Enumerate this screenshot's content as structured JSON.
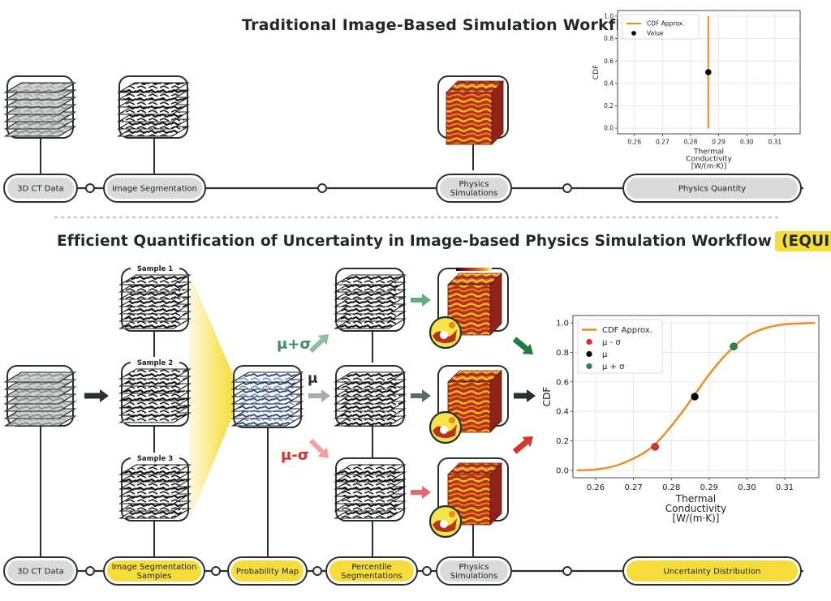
{
  "top": {
    "title": "Traditional Image-Based Simulation Workflow",
    "pipeline": [
      "3D CT Data",
      "Image Segmentation",
      "Physics|Simulations",
      "Physics Quantity"
    ]
  },
  "bottom": {
    "title": "Efficient Quantification of Uncertainty in Image-based Physics Simulation Workflow",
    "title_tag": "(EQUIPS)",
    "pipeline": [
      "3D CT Data",
      "Image Segmentation|Samples",
      "Probability Map",
      "Percentile|Segmentations",
      "Physics|Simulations",
      "Uncertainty Distribution"
    ],
    "samples": [
      "Sample 1",
      "Sample 2",
      "Sample 3"
    ],
    "branch_labels": [
      "μ+σ",
      "μ",
      "μ-σ"
    ]
  },
  "colors": {
    "accent_yellow": "#f6dd3c",
    "green": "#3d8f5f",
    "gray": "#6e7a75",
    "red": "#e0514f",
    "dark": "#27322f",
    "orange": "#f28a1c"
  },
  "chart_data": [
    {
      "type": "line",
      "title": "",
      "xlabel": "Thermal|Conductivity|[W/(m·K)]",
      "ylabel": "CDF",
      "xlim": [
        0.254,
        0.319
      ],
      "ylim": [
        -0.05,
        1.05
      ],
      "xticks": [
        0.26,
        0.27,
        0.28,
        0.29,
        0.3,
        0.31
      ],
      "xtick_labels": [
        "0.26",
        "0.27",
        "0.28",
        "0.29",
        "0.30",
        "0.31"
      ],
      "yticks": [
        0.0,
        0.2,
        0.4,
        0.6,
        0.8,
        1.0
      ],
      "ytick_labels": [
        "0.0",
        "0.2",
        "0.4",
        "0.6",
        "0.8",
        "1.0"
      ],
      "grid": true,
      "legend": "top-left",
      "series": [
        {
          "name": "CDF Approx.",
          "color": "#f28a1c",
          "x": [
            0.2863,
            0.2863
          ],
          "y": [
            0.0,
            1.0
          ]
        },
        {
          "name": "Value",
          "color": "#000000",
          "points": [
            [
              0.2863,
              0.5
            ]
          ]
        }
      ]
    },
    {
      "type": "line",
      "title": "",
      "xlabel": "Thermal|Conductivity|[W/(m·K)]",
      "ylabel": "CDF",
      "xlim": [
        0.254,
        0.319
      ],
      "ylim": [
        -0.05,
        1.05
      ],
      "xticks": [
        0.26,
        0.27,
        0.28,
        0.29,
        0.3,
        0.31
      ],
      "xtick_labels": [
        "0.26",
        "0.27",
        "0.28",
        "0.29",
        "0.30",
        "0.31"
      ],
      "yticks": [
        0.0,
        0.2,
        0.4,
        0.6,
        0.8,
        1.0
      ],
      "ytick_labels": [
        "0.0",
        "0.2",
        "0.4",
        "0.6",
        "0.8",
        "1.0"
      ],
      "grid": true,
      "legend": "top-left",
      "series": [
        {
          "name": "CDF Approx.",
          "color": "#f28a1c",
          "x": [
            0.255,
            0.26,
            0.265,
            0.27,
            0.275,
            0.28,
            0.285,
            0.29,
            0.295,
            0.3,
            0.305,
            0.31,
            0.318
          ],
          "y": [
            0.0,
            0.006,
            0.029,
            0.08,
            0.16,
            0.3,
            0.47,
            0.65,
            0.8,
            0.91,
            0.965,
            0.99,
            1.0
          ]
        },
        {
          "name": "μ - σ",
          "color": "#e02b27",
          "points": [
            [
              0.2757,
              0.16
            ]
          ]
        },
        {
          "name": "μ",
          "color": "#000000",
          "points": [
            [
              0.2862,
              0.5
            ]
          ]
        },
        {
          "name": "μ + σ",
          "color": "#1f8a4c",
          "points": [
            [
              0.2965,
              0.84
            ]
          ]
        }
      ]
    }
  ]
}
